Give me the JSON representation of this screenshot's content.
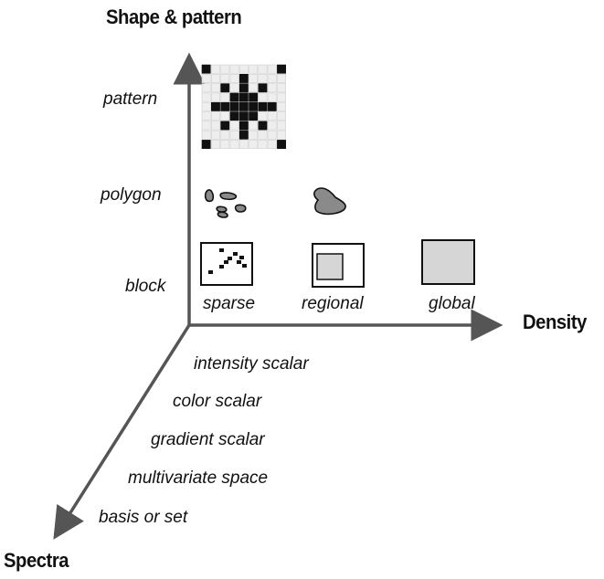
{
  "axes": {
    "vertical_title": "Shape & pattern",
    "horizontal_title": "Density",
    "diagonal_title": "Spectra"
  },
  "shape_levels": [
    "pattern",
    "polygon",
    "block"
  ],
  "density_levels": [
    "sparse",
    "regional",
    "global"
  ],
  "spectra_levels": [
    "intensity scalar",
    "color scalar",
    "gradient scalar",
    "multivariate space",
    "basis or set"
  ],
  "colors": {
    "axis": "#555555",
    "ink": "#111111",
    "fill_gray": "#d6d6d6",
    "blob_gray": "#8a8a8a",
    "grid_cell": "#eeeeee"
  },
  "icons": [
    "pattern-grid-icon",
    "sparse-polygons-icon",
    "regional-polygon-icon",
    "sparse-block-icon",
    "regional-block-icon",
    "global-block-icon"
  ]
}
